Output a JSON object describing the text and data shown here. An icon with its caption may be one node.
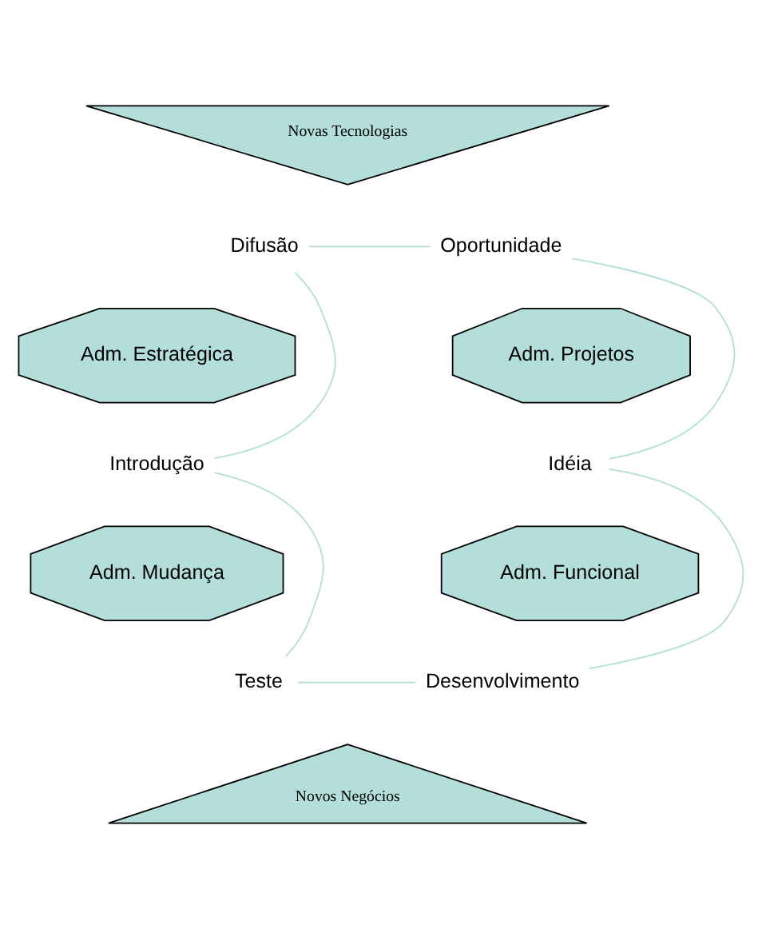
{
  "diagram": {
    "nodes": [
      {
        "text": [
          "Novas Tecnologias"
        ]
      },
      {
        "text": [
          "Difusão"
        ]
      },
      {
        "text": [
          "Oportunidade"
        ]
      },
      {
        "text": [
          "Adm. Estratégica"
        ]
      },
      {
        "text": [
          "Adm. Projetos"
        ]
      },
      {
        "text": [
          "Introdução"
        ]
      },
      {
        "text": [
          "Idéia"
        ]
      },
      {
        "text": [
          "Adm. Mudança"
        ]
      },
      {
        "text": [
          "Adm. Funcional"
        ]
      },
      {
        "text": [
          "Teste"
        ]
      },
      {
        "text": [
          "Desenvolvimento"
        ]
      },
      {
        "text": [
          "Novos Negócios"
        ]
      }
    ],
    "edges": [
      {
        "from": 1,
        "to": 2,
        "arrow": "none"
      },
      {
        "from": 2,
        "to": 6,
        "arrow": "none"
      },
      {
        "from": 6,
        "to": 10,
        "arrow": "none"
      },
      {
        "from": 10,
        "to": 9,
        "arrow": "none"
      },
      {
        "from": 9,
        "to": 5,
        "arrow": "none"
      },
      {
        "from": 5,
        "to": 1,
        "arrow": "none"
      }
    ]
  }
}
